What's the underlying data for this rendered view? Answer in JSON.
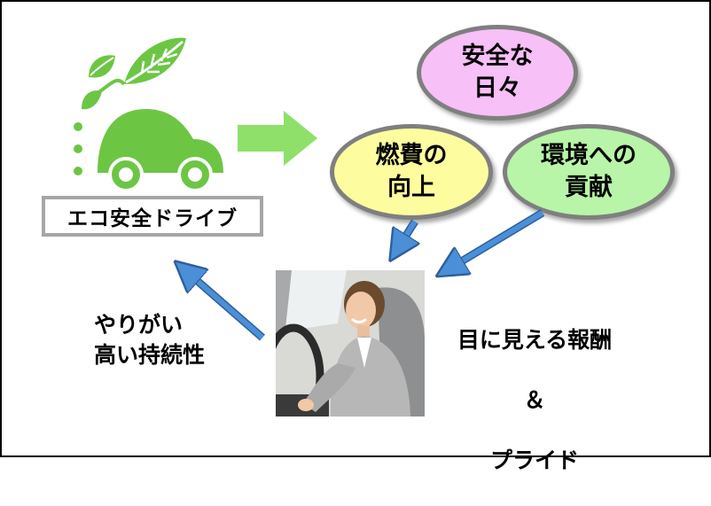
{
  "eco_label": "エコ安全ドライブ",
  "bubbles": {
    "safety": "安全な\n日々",
    "fuel": "燃費の\n向上",
    "environment": "環境への\n貢献"
  },
  "reward_text": {
    "line1": "目に見える報酬",
    "line2": "＆",
    "line3": "プライド"
  },
  "motivation_text": "やりがい\n高い持続性",
  "colors": {
    "eco_green": "#6cc644",
    "arrow_green": "#8ee06a",
    "safety_fill": "#f7c0f7",
    "fuel_fill": "#fdfda0",
    "environment_fill": "#b8f5a8",
    "blue_arrow": "#4a8fd8"
  }
}
